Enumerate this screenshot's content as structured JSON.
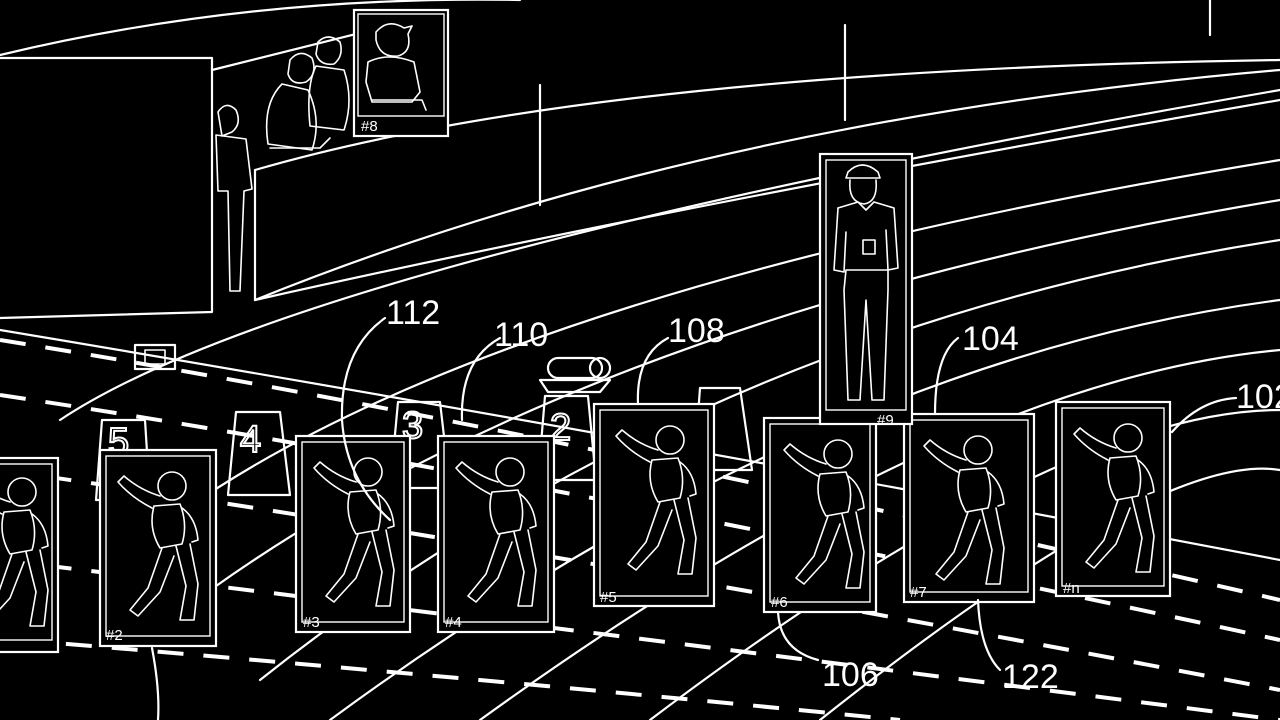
{
  "figure": {
    "reference_numerals": [
      "112",
      "110",
      "108",
      "104",
      "102",
      "106",
      "122"
    ],
    "detection_labels": [
      "#2",
      "#3",
      "#4",
      "#5",
      "#6",
      "#7",
      "#n",
      "#8",
      "#9"
    ],
    "lane_markers": [
      "5",
      "4",
      "3",
      "2"
    ]
  }
}
